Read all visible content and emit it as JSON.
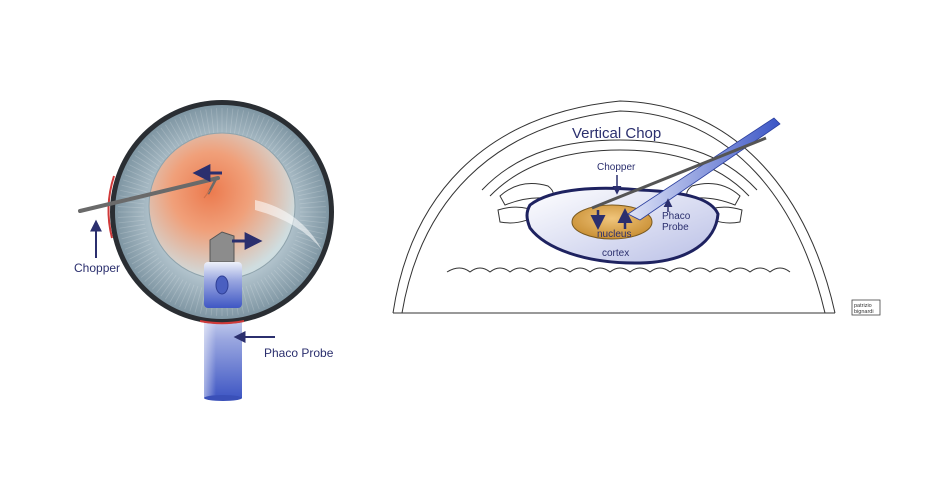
{
  "left_diagram": {
    "chopper_label": "Chopper",
    "phaco_probe_label": "Phaco Probe"
  },
  "right_diagram": {
    "title": "Vertical Chop",
    "chopper_label": "Chopper",
    "phaco_label_line1": "Phaco",
    "phaco_label_line2": "Probe",
    "nucleus_label": "nucleus",
    "cortex_label": "cortex"
  },
  "signature": {
    "line1": "patrizio",
    "line2": "bignardi"
  },
  "colors": {
    "label_navy": "#2b2f6e",
    "nucleus_gold": "#d9a44a",
    "probe_blue": "#6c7fd0",
    "lens_outline": "#1e2260",
    "incision_red": "#d03a3a"
  }
}
